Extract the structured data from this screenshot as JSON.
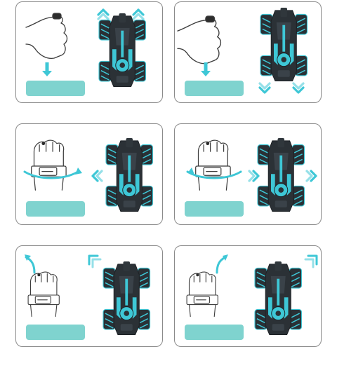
{
  "colors": {
    "accent": "#3ec7d6",
    "pill": "#7fd3cf",
    "car_body": "#2b3136",
    "panel_border": "#8a8a8a"
  },
  "panels": [
    {
      "id": 1,
      "gesture": "hand-tilt-down",
      "car_motion": "forward",
      "arrow_icon": "double-chevron-up-icon",
      "pill_label": ""
    },
    {
      "id": 2,
      "gesture": "hand-tilt-up",
      "car_motion": "backward",
      "arrow_icon": "double-chevron-down-icon",
      "pill_label": ""
    },
    {
      "id": 3,
      "gesture": "wrist-rotate-left",
      "car_motion": "slide-left",
      "arrow_icon": "double-chevron-left-icon",
      "pill_label": ""
    },
    {
      "id": 4,
      "gesture": "wrist-rotate-right",
      "car_motion": "slide-right",
      "arrow_icon": "double-chevron-right-icon",
      "pill_label": ""
    },
    {
      "id": 5,
      "gesture": "swing-up-left",
      "car_motion": "diagonal-up-left",
      "arrow_icon": "corner-arrow-up-left-icon",
      "pill_label": ""
    },
    {
      "id": 6,
      "gesture": "swing-up-right",
      "car_motion": "diagonal-up-right",
      "arrow_icon": "corner-arrow-up-right-icon",
      "pill_label": ""
    }
  ]
}
